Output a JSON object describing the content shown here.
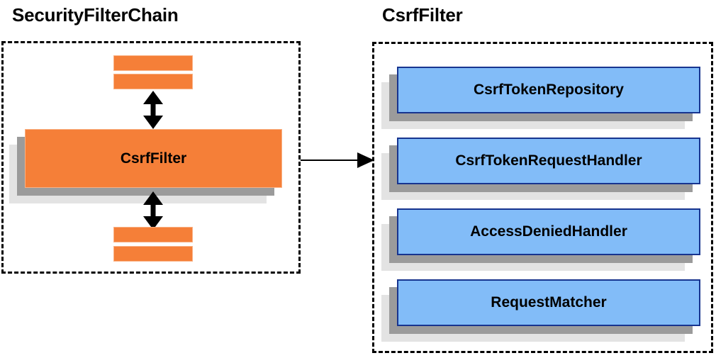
{
  "diagram": {
    "background_color": "#ffffff",
    "orange_color": "#f57f38",
    "blue_color": "#82bcf8",
    "blue_border_color": "#17348f",
    "shadow_mid_color": "#9b9b9b",
    "shadow_back_color": "#e3e3e3",
    "line_color": "#000000"
  },
  "left_group": {
    "title": "SecurityFilterChain",
    "filters_above": [
      "",
      ""
    ],
    "main_component": "CsrfFilter",
    "filters_below": [
      "",
      ""
    ],
    "arrow_above_label": "",
    "arrow_below_label": ""
  },
  "right_group": {
    "title": "CsrfFilter",
    "components": [
      "CsrfTokenRepository",
      "CsrfTokenRequestHandler",
      "AccessDeniedHandler",
      "RequestMatcher"
    ]
  },
  "connector": {
    "label": "",
    "direction": "left-to-right"
  }
}
